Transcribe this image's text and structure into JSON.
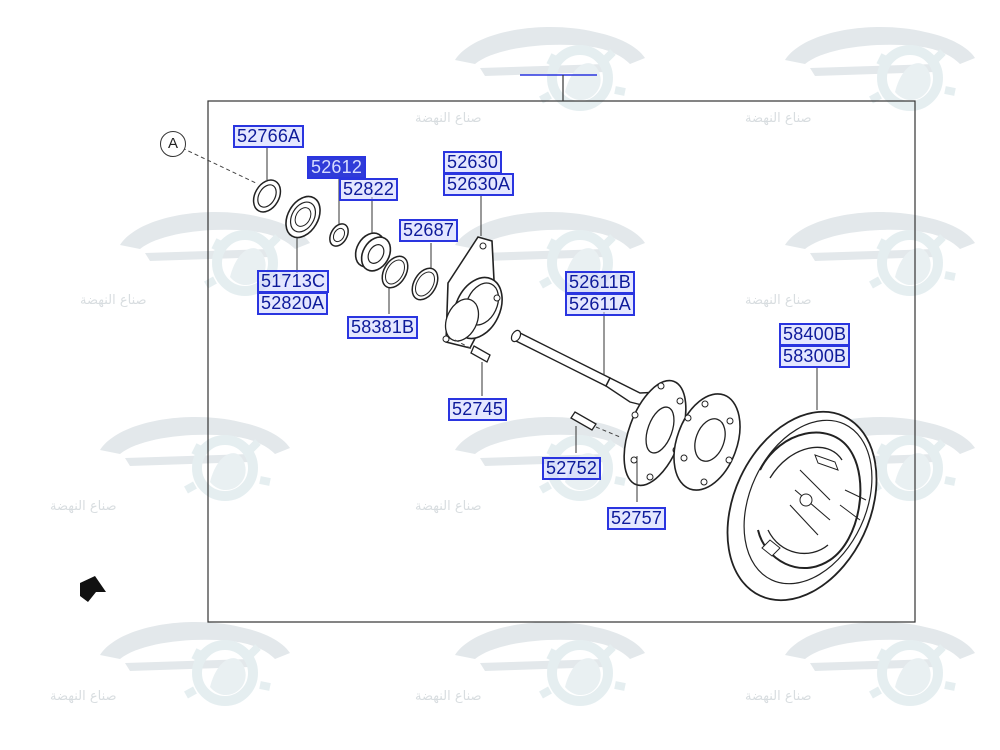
{
  "watermark": {
    "text": "صناع النهضة"
  },
  "reference_circle": "A",
  "callouts": [
    {
      "id": "52766A",
      "label": "52766A",
      "active": false
    },
    {
      "id": "52612",
      "label": "52612",
      "active": true
    },
    {
      "id": "52822",
      "label": "52822",
      "active": false
    },
    {
      "id": "52630",
      "label": "52630",
      "active": false
    },
    {
      "id": "52630A",
      "label": "52630A",
      "active": false
    },
    {
      "id": "52687",
      "label": "52687",
      "active": false
    },
    {
      "id": "51713C",
      "label": "51713C",
      "active": false
    },
    {
      "id": "52820A",
      "label": "52820A",
      "active": false
    },
    {
      "id": "58381B",
      "label": "58381B",
      "active": false
    },
    {
      "id": "52611B",
      "label": "52611B",
      "active": false
    },
    {
      "id": "52611A",
      "label": "52611A",
      "active": false
    },
    {
      "id": "58400B",
      "label": "58400B",
      "active": false
    },
    {
      "id": "58300B",
      "label": "58300B",
      "active": false
    },
    {
      "id": "52745",
      "label": "52745",
      "active": false
    },
    {
      "id": "52752",
      "label": "52752",
      "active": false
    },
    {
      "id": "52757",
      "label": "52757",
      "active": false
    }
  ],
  "colors": {
    "callout_border": "#2a35e0",
    "callout_text": "#0d1a9a",
    "active_fill": "#2f3bd8",
    "line": "#333333",
    "watermark": "#dde3e6"
  }
}
